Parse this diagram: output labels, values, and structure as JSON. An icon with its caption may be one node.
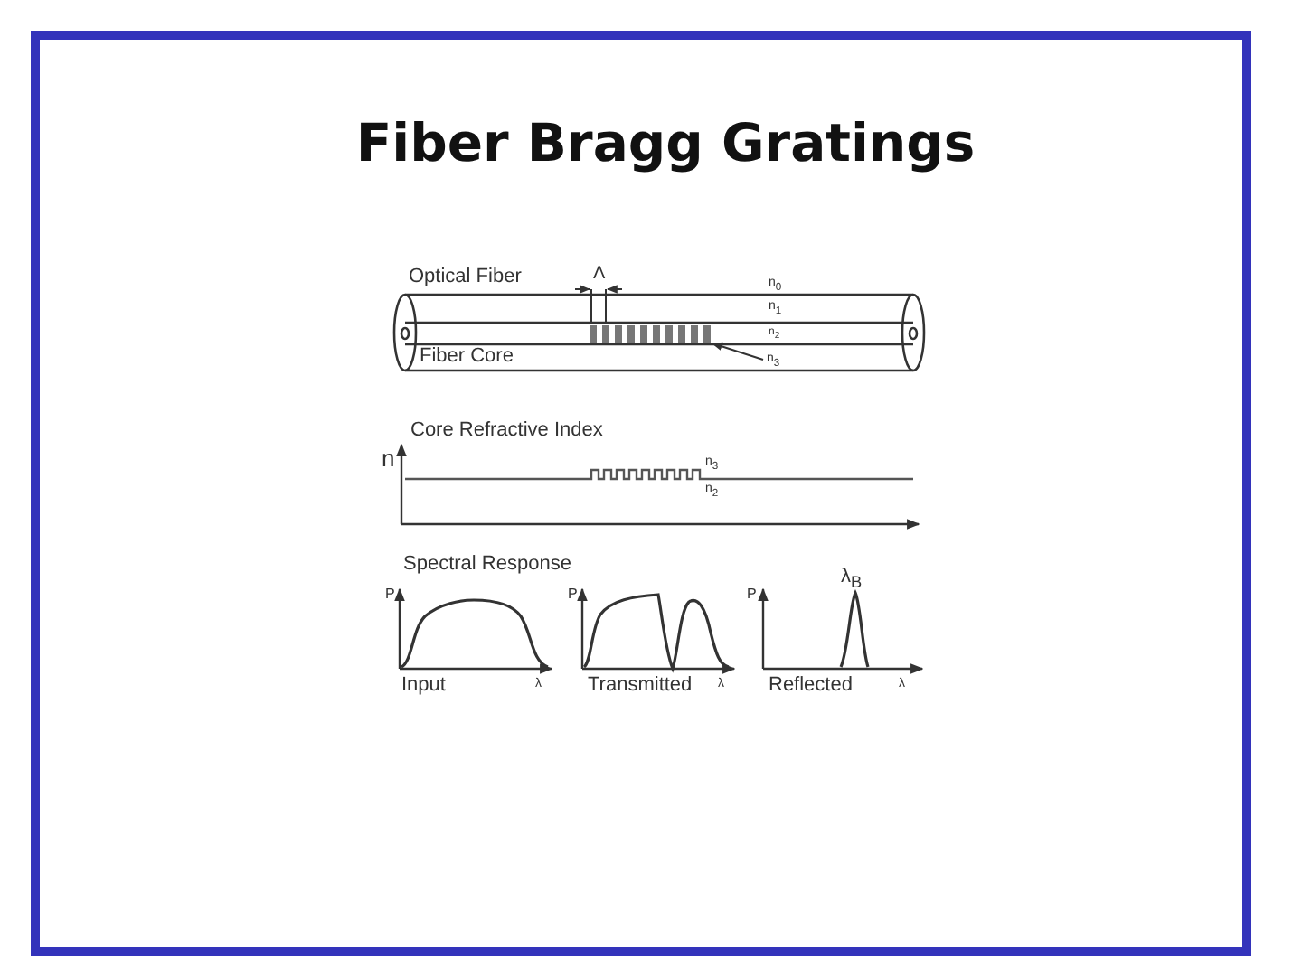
{
  "diagram": {
    "title": "Fiber Bragg Gratings",
    "nodes": [
      {
        "text": [],
        "shape": "bar"
      },
      {
        "text": [
          "n$_{3}$"
        ]
      }
    ],
    "edges": [
      {
        "from": 1,
        "to": 0,
        "arrow": "to"
      }
    ],
    "labels": [
      "Optical Fiber",
      "Λ",
      "n$_{0}$",
      "n$_{1}$",
      "Fiber Core",
      "n$_{2}$",
      "Core Refractive Index",
      "n",
      "n$_{3}$",
      "n$_{2}$",
      "Spectral Response",
      "P",
      "Input",
      "λ",
      "P",
      "Transmitted",
      "λ",
      "P",
      "λ$_{B}$",
      "Reflected",
      "λ"
    ]
  }
}
